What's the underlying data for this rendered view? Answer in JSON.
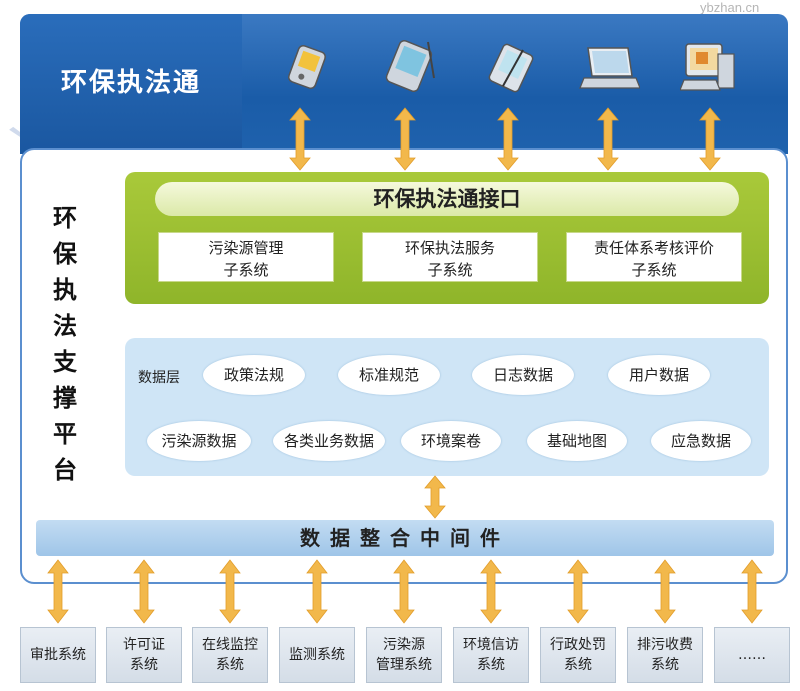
{
  "app_title": "环保执法通",
  "watermark": "ybzhan.cn",
  "platform_title": [
    "环",
    "保",
    "执",
    "法",
    "支",
    "撑",
    "平",
    "台"
  ],
  "devices": [
    "pda-icon",
    "tablet-icon",
    "handheld-pen-icon",
    "laptop-icon",
    "desktop-computer-icon"
  ],
  "interface": {
    "title": "环保执法通接口",
    "subsystems": [
      {
        "line1": "污染源管理",
        "line2": "子系统"
      },
      {
        "line1": "环保执法服务",
        "line2": "子系统"
      },
      {
        "line1": "责任体系考核评价",
        "line2": "子系统"
      }
    ]
  },
  "data_layer": {
    "label": "数据层",
    "items_row1": [
      "政策法规",
      "标准规范",
      "日志数据",
      "用户数据"
    ],
    "items_row2": [
      "污染源数据",
      "各类业务数据",
      "环境案卷",
      "基础地图",
      "应急数据"
    ]
  },
  "middleware": "数据整合中间件",
  "systems": [
    {
      "line1": "审批系统",
      "line2": ""
    },
    {
      "line1": "许可证",
      "line2": "系统"
    },
    {
      "line1": "在线监控",
      "line2": "系统"
    },
    {
      "line1": "监测系统",
      "line2": ""
    },
    {
      "line1": "污染源",
      "line2": "管理系统"
    },
    {
      "line1": "环境信访",
      "line2": "系统"
    },
    {
      "line1": "行政处罚",
      "line2": "系统"
    },
    {
      "line1": "排污收费",
      "line2": "系统"
    },
    {
      "line1": "……",
      "line2": ""
    }
  ],
  "colors": {
    "header_blue": "#1a5ca8",
    "interface_green": "#9bbd2f",
    "data_layer_blue": "#cfe5f6",
    "arrow_orange": "#f2b84b"
  }
}
